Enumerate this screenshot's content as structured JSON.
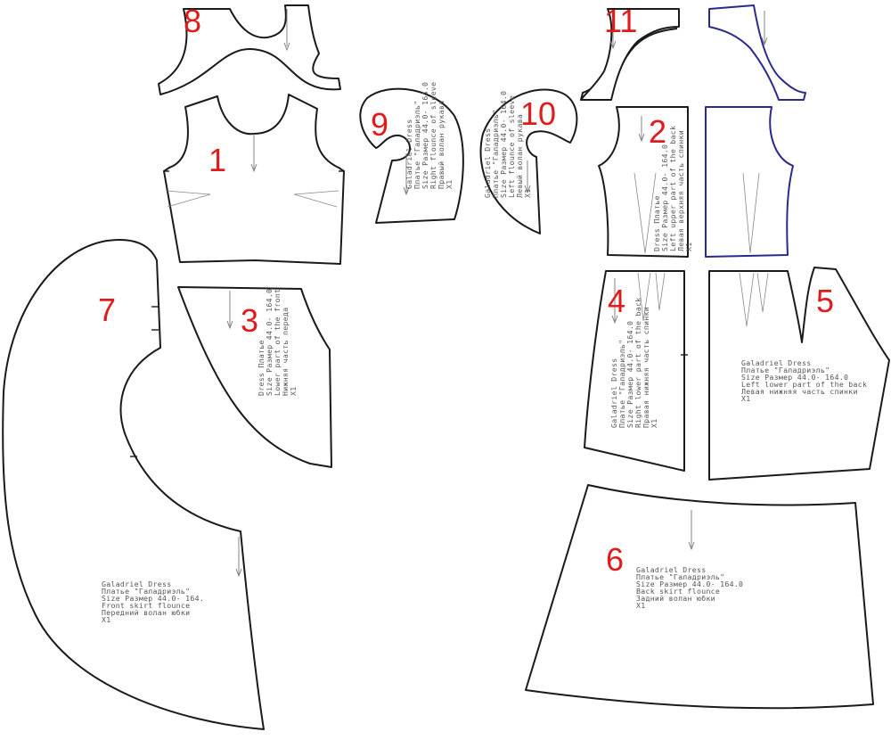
{
  "piece_numbers": {
    "p1": "1",
    "p2": "2",
    "p3": "3",
    "p4": "4",
    "p5": "5",
    "p6": "6",
    "p7": "7",
    "p8": "8",
    "p9": "9",
    "p10": "10",
    "p11": "11"
  },
  "labels": {
    "p7": [
      "Galadriel Dress",
      "Платье \"Галадриэль\"",
      "Size Размер   44.0- 164.",
      "Front skirt flounce",
      "Передний волан юбки",
      "X1"
    ],
    "p6": [
      "Galadriel Dress",
      "Платье \"Галадриэль\"",
      "Size Размер   44.0- 164.0",
      "Back skirt flounce",
      "Задний волан юбки",
      "X1"
    ],
    "p5": [
      "Galadriel Dress",
      "Платье \"Галадриэль\"",
      "Size Размер   44.0- 164.0",
      "Left lower part of the back",
      "Левая нижняя часть спинки",
      "X1"
    ],
    "p4": [
      "Galadriel Dress",
      "Платье \"Галадриэль\"",
      "Size Размер   44.0- 164.0",
      "Right lower part of the back",
      "Правая нижняя часть спинки",
      "X1"
    ],
    "p3": [
      "Dress Платье",
      "Size Размер  44.0- 164.0",
      "Lower part of the front",
      "Нижняя часть переда",
      "X1"
    ],
    "p9": [
      "Galadriel Dress",
      "Платье \"Галадриэль\"",
      "Size Размер   44.0- 164.0",
      "Right flounce of sleeve",
      "Правый волан рукава",
      "X1"
    ],
    "p10": [
      "Galadriel Dress",
      "Платье \"Галадриэль\"",
      "Size Размер   44.0- 164.0",
      "Left flounce of sleeve",
      "Левый волан рукава",
      "X1"
    ],
    "p2": [
      "Dress Платье",
      "Size Размер 44.0- 164.0",
      "Left upper part of the back",
      "Левая верхняя часть спинки",
      "X1"
    ]
  },
  "colors": {
    "outline": "#1a1a1a",
    "alt_outline": "#2a2a8c",
    "numbers": "#e01b1b"
  }
}
